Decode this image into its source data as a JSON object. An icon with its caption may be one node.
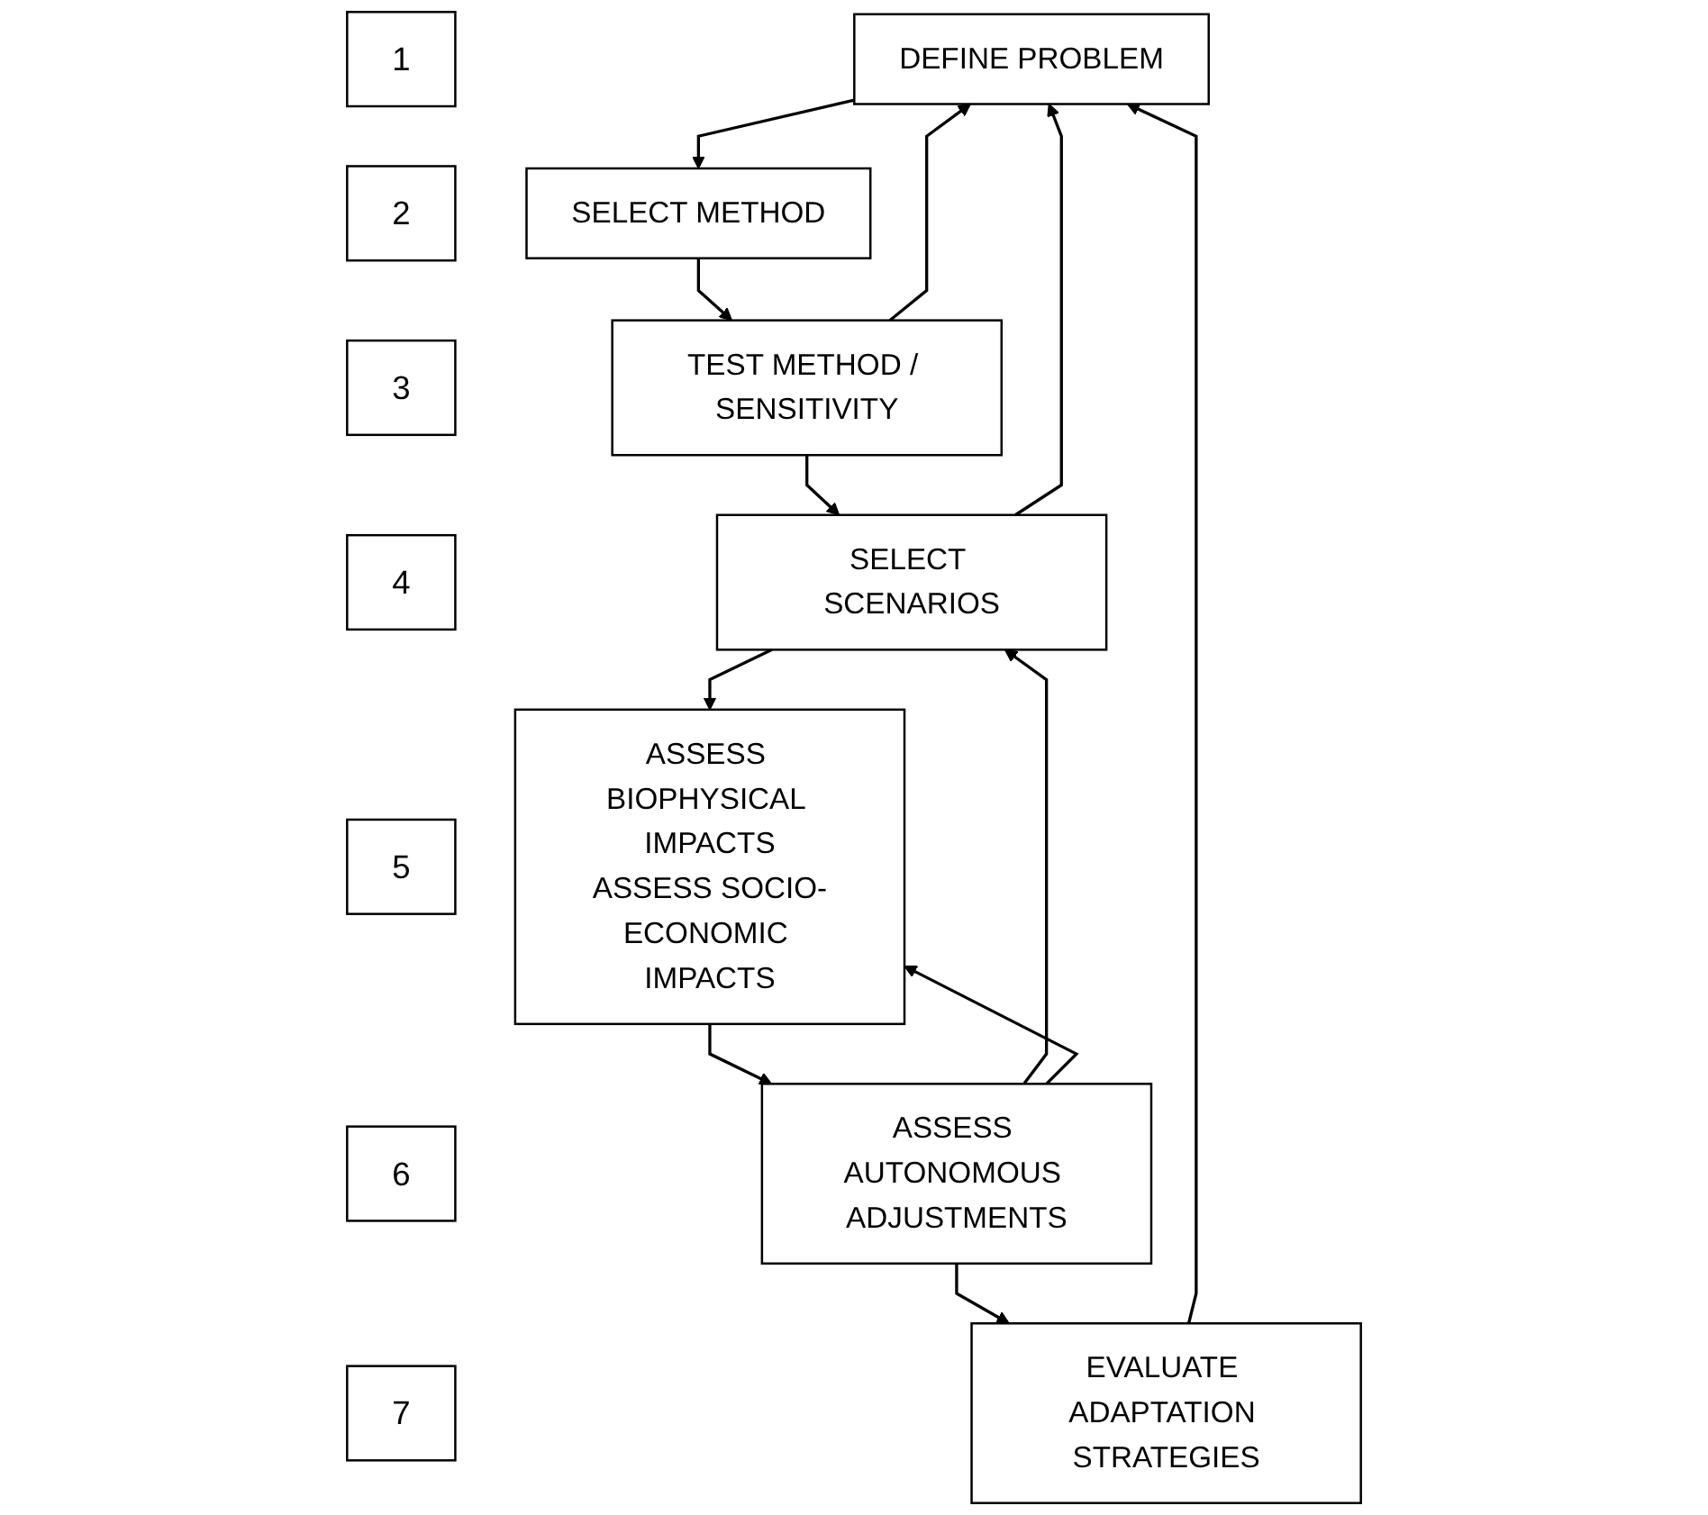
{
  "diagram": {
    "nodes": [
      {
        "text": [
          "1"
        ]
      },
      {
        "text": [
          "DEFINE PROBLEM"
        ]
      },
      {
        "text": [
          "2"
        ]
      },
      {
        "text": [
          "SELECT METHOD"
        ]
      },
      {
        "text": [
          "3"
        ]
      },
      {
        "text": [
          "TEST METHOD / SENSITIVITY"
        ]
      },
      {
        "text": [
          "4"
        ]
      },
      {
        "text": [
          "SELECT SCENARIOS"
        ]
      },
      {
        "text": [
          "5"
        ]
      },
      {
        "text": [
          "ASSESS BIOPHYSICAL IMPACTS",
          "ASSESS SOCIO-ECONOMIC IMPACTS"
        ]
      },
      {
        "text": [
          "6"
        ]
      },
      {
        "text": [
          "ASSESS AUTONOMOUS ADJUSTMENTS"
        ]
      },
      {
        "text": [
          "7"
        ]
      },
      {
        "text": [
          "EVALUATE ADAPTATION STRATEGIES"
        ]
      }
    ],
    "edges": [
      {
        "from": 1,
        "to": 3,
        "arrow": "to"
      },
      {
        "from": 3,
        "to": 5,
        "arrow": "to"
      },
      {
        "from": 5,
        "to": 7,
        "arrow": "to"
      },
      {
        "from": 7,
        "to": 9,
        "arrow": "to"
      },
      {
        "from": 9,
        "to": 11,
        "arrow": "to"
      },
      {
        "from": 11,
        "to": 13,
        "arrow": "to"
      },
      {
        "from": 5,
        "to": 1,
        "arrow": "to"
      },
      {
        "from": 7,
        "to": 1,
        "arrow": "to"
      },
      {
        "from": 13,
        "to": 1,
        "arrow": "to"
      },
      {
        "from": 11,
        "to": 7,
        "arrow": "to"
      },
      {
        "from": 11,
        "to": 9,
        "arrow": "to"
      }
    ]
  }
}
